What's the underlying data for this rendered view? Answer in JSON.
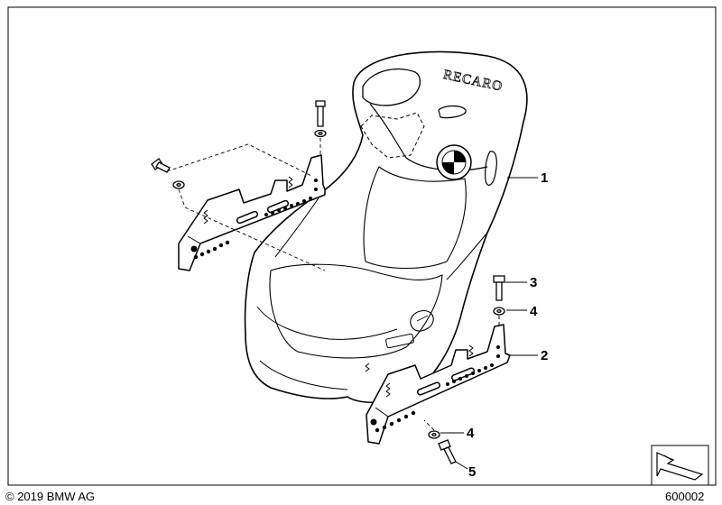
{
  "brand_text": "RECARO",
  "callouts": {
    "c1": "1",
    "c2": "2",
    "c3": "3",
    "c4a": "4",
    "c4b": "4",
    "c5": "5"
  },
  "footer": {
    "copyright": "© 2019 BMW AG",
    "diagram_number": "600002"
  }
}
